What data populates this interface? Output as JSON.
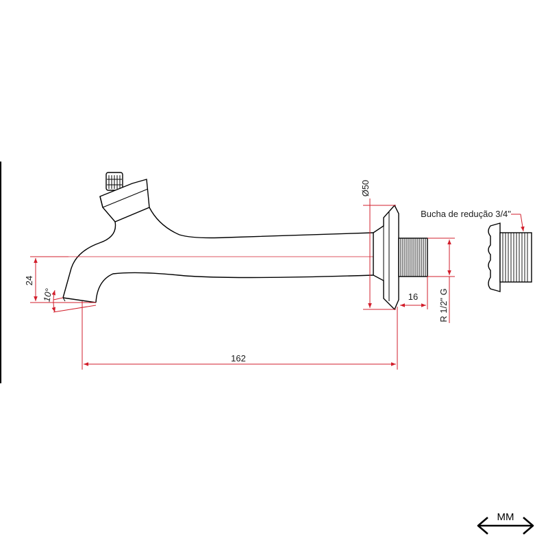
{
  "drawing": {
    "dimensions": {
      "length": "162",
      "height": "24",
      "angle": "10°",
      "flange_diameter": "Ø50",
      "thread_length": "16",
      "thread_spec": "R 1/2\" G"
    },
    "callout": {
      "label": "Bucha de redução 3/4\""
    },
    "unit_indicator": {
      "label": "MM",
      "icon": "double-arrow-icon"
    },
    "colors": {
      "outline": "#000000",
      "dimension": "#d21e2b"
    }
  }
}
